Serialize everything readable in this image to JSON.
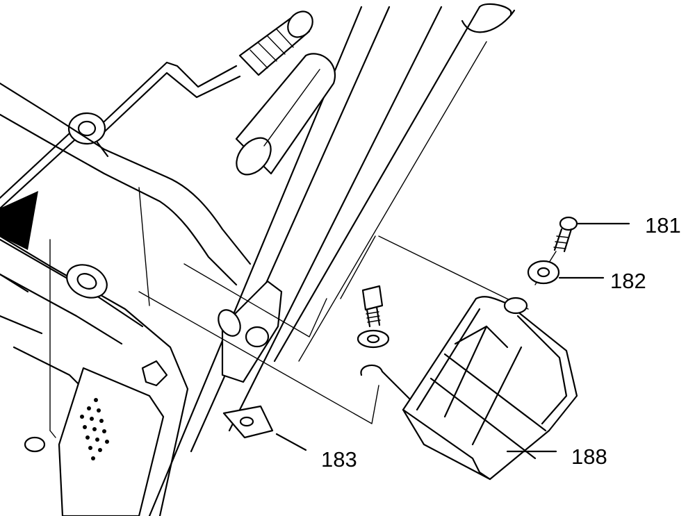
{
  "callouts": [
    {
      "id": "part-181",
      "label": "181"
    },
    {
      "id": "part-182",
      "label": "182"
    },
    {
      "id": "part-183",
      "label": "183"
    },
    {
      "id": "part-188",
      "label": "188"
    }
  ]
}
